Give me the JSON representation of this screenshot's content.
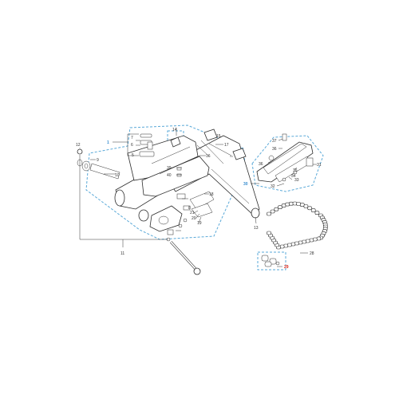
{
  "diagram": {
    "colors": {
      "line": "#2d2d2d",
      "group_box": "#5aa9d8",
      "callout_blue": "#3b8fd0",
      "callout_red": "#d9281c"
    },
    "callouts": [
      {
        "id": "c1",
        "label": "1",
        "style": "blue"
      },
      {
        "id": "c5",
        "label": "5",
        "style": "normal"
      },
      {
        "id": "c6",
        "label": "6",
        "style": "normal"
      },
      {
        "id": "c7",
        "label": "7",
        "style": "normal"
      },
      {
        "id": "c8",
        "label": "8",
        "style": "normal"
      },
      {
        "id": "c9",
        "label": "9",
        "style": "normal"
      },
      {
        "id": "c10",
        "label": "10",
        "style": "normal"
      },
      {
        "id": "c11",
        "label": "11",
        "style": "normal"
      },
      {
        "id": "c12",
        "label": "12",
        "style": "normal"
      },
      {
        "id": "c13",
        "label": "13",
        "style": "normal"
      },
      {
        "id": "c14",
        "label": "14",
        "style": "normal"
      },
      {
        "id": "c15",
        "label": "15",
        "style": "normal"
      },
      {
        "id": "c16",
        "label": "16",
        "style": "normal"
      },
      {
        "id": "c17",
        "label": "17",
        "style": "normal"
      },
      {
        "id": "c18",
        "label": "18",
        "style": "normal"
      },
      {
        "id": "c19",
        "label": "19",
        "style": "normal"
      },
      {
        "id": "c20",
        "label": "20",
        "style": "normal"
      },
      {
        "id": "c21",
        "label": "21",
        "style": "normal"
      },
      {
        "id": "c28",
        "label": "28",
        "style": "normal"
      },
      {
        "id": "c29",
        "label": "29",
        "style": "red"
      },
      {
        "id": "c30",
        "label": "30",
        "style": "blue"
      },
      {
        "id": "c31",
        "label": "31",
        "style": "normal"
      },
      {
        "id": "c32",
        "label": "32",
        "style": "normal"
      },
      {
        "id": "c33",
        "label": "33",
        "style": "normal"
      },
      {
        "id": "c34",
        "label": "34",
        "style": "normal"
      },
      {
        "id": "c35",
        "label": "35",
        "style": "normal"
      },
      {
        "id": "c36a",
        "label": "36",
        "style": "normal"
      },
      {
        "id": "c36b",
        "label": "36",
        "style": "normal"
      },
      {
        "id": "c37",
        "label": "37",
        "style": "normal"
      },
      {
        "id": "c39",
        "label": "39",
        "style": "normal"
      },
      {
        "id": "c40",
        "label": "40",
        "style": "normal"
      }
    ]
  }
}
